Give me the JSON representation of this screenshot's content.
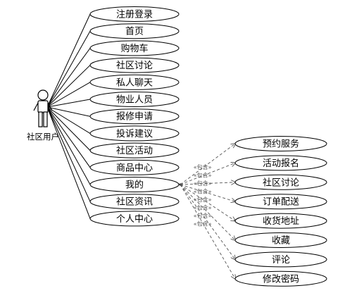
{
  "actor": {
    "label": "社区用户"
  },
  "left_use_cases": [
    "注册登录",
    "首页",
    "购物车",
    "社区讨论",
    "私人聊天",
    "物业人员",
    "报修申请",
    "投诉建议",
    "社区活动",
    "商品中心",
    "我的",
    "社区资讯",
    "个人中心"
  ],
  "right_use_cases": [
    "预约服务",
    "活动报名",
    "社区讨论",
    "订单配送",
    "收货地址",
    "收藏",
    "评论",
    "修改密码"
  ],
  "include_label": "«包含»",
  "include_source": "我的"
}
